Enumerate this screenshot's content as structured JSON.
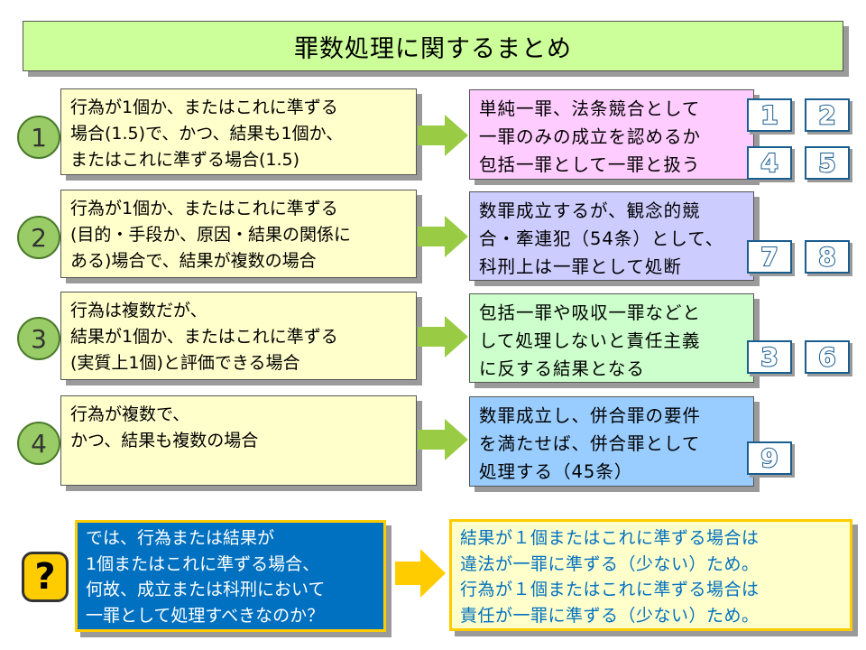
{
  "title": "罪数処理に関するまとめ",
  "colors": {
    "title_bg": "#ccff99",
    "case_bg": "#ffffcc",
    "circle": "#99cc66",
    "arrow_green": "#99cc44",
    "arrow_yellow": "#ffcc00",
    "badge_blue": "#1a5d8f",
    "result_pink": "#ffccff",
    "result_lavender": "#ccccff",
    "result_green": "#ccffcc",
    "result_blue": "#99ccff",
    "question_bg": "#0070c0",
    "answer_text": "#0070c0"
  },
  "cases": [
    {
      "number": "1",
      "text": "行為が1個か、またはこれに準ずる\n場合(1.5)で、かつ、結果も1個か、\nまたはこれに準ずる場合(1.5)",
      "result": "単純一罪、法条競合として\n一罪のみの成立を認めるか\n包括一罪として一罪と扱う",
      "badges": [
        "1",
        "2",
        "4",
        "5"
      ]
    },
    {
      "number": "2",
      "text": "行為が1個か、またはこれに準ずる\n(目的・手段か、原因・結果の関係に\nある)場合で、結果が複数の場合",
      "result": "数罪成立するが、観念的競\n合・牽連犯（54条）として、\n科刑上は一罪として処断",
      "badges": [
        "7",
        "8"
      ]
    },
    {
      "number": "3",
      "text": "行為は複数だが、\n結果が1個か、またはこれに準ずる\n(実質上1個)と評価できる場合",
      "result": "包括一罪や吸収一罪などと\nして処理しないと責任主義\nに反する結果となる",
      "badges": [
        "3",
        "6"
      ]
    },
    {
      "number": "4",
      "text": "行為が複数で、\nかつ、結果も複数の場合",
      "result": "数罪成立し、併合罪の要件\nを満たせば、併合罪として\n処理する（45条）",
      "badges": [
        "9"
      ]
    }
  ],
  "question": {
    "icon": "?",
    "text": "では、行為または結果が\n1個またはこれに準ずる場合、\n何故、成立または科刑において\n一罪として処理すべきなのか？"
  },
  "answer": {
    "text": "結果が１個またはこれに準ずる場合は\n違法が一罪に準ずる（少ない）ため。\n行為が１個またはこれに準ずる場合は\n責任が一罪に準ずる（少ない）ため。"
  }
}
